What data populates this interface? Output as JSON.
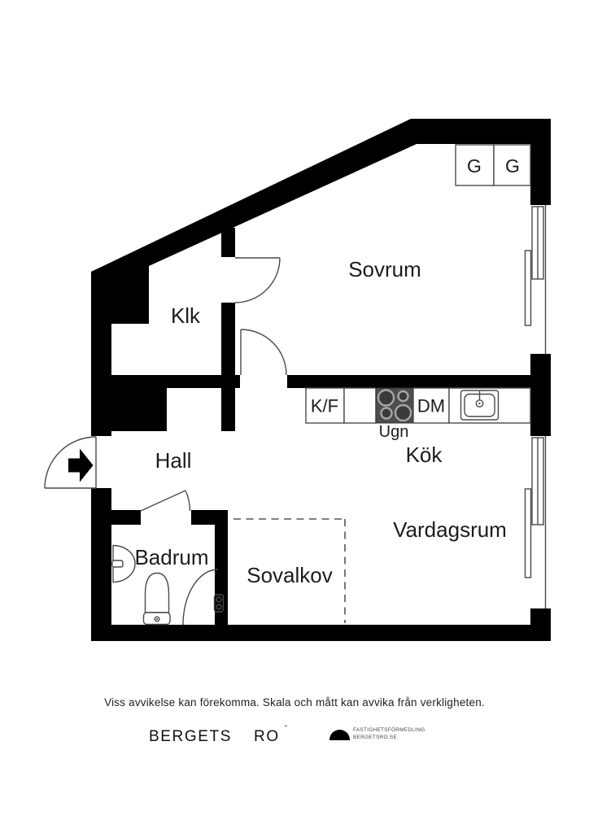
{
  "plan": {
    "rooms": {
      "sovrum": "Sovrum",
      "klk": "Klk",
      "hall": "Hall",
      "kok": "Kök",
      "vardagsrum": "Vardagsrum",
      "badrum": "Badrum",
      "sovalkov": "Sovalkov"
    },
    "labels": {
      "kf": "K/F",
      "dm": "DM",
      "ugn": "Ugn",
      "closet_g1": "G",
      "closet_g2": "G"
    }
  },
  "footer": {
    "disclaimer": "Viss avvikelse kan förekomma. Skala och mått kan avvika från verkligheten.",
    "brand_word_1": "BERGETS",
    "brand_word_2": "RO",
    "brand_mark": "˘",
    "logo_line1": "FASTIGHETSFÖRMEDLING",
    "logo_line2": "BERGETSRO.SE"
  },
  "colors": {
    "wall": "#000000",
    "thin_line": "#4a4a4a",
    "stove_fill": "#4d4d4d",
    "burner_ring": "#a5a5a5",
    "text": "#1c1c1c"
  }
}
